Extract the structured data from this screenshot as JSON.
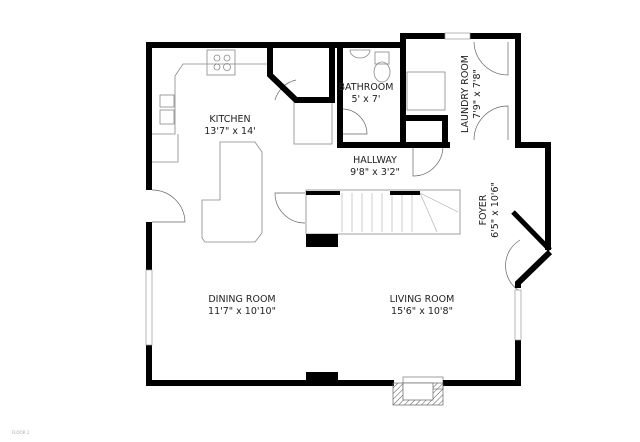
{
  "rooms": [
    {
      "name": "KITCHEN",
      "size": "13'7\" x 14'"
    },
    {
      "name": "BATHROOM",
      "size": "5' x 7'"
    },
    {
      "name": "LAUNDRY ROOM",
      "size": "7'9\" x 7'8\""
    },
    {
      "name": "HALLWAY",
      "size": "9'8\" x 3'2\""
    },
    {
      "name": "FOYER",
      "size": "6'5\" x 10'6\""
    },
    {
      "name": "DINING ROOM",
      "size": "11'7\" x 10'10\""
    },
    {
      "name": "LIVING ROOM",
      "size": "15'6\" x 10'8\""
    }
  ],
  "footer": "FLOOR 1",
  "colors": {
    "wall": "#000000",
    "fixture": "#888888",
    "background": "#ffffff"
  }
}
